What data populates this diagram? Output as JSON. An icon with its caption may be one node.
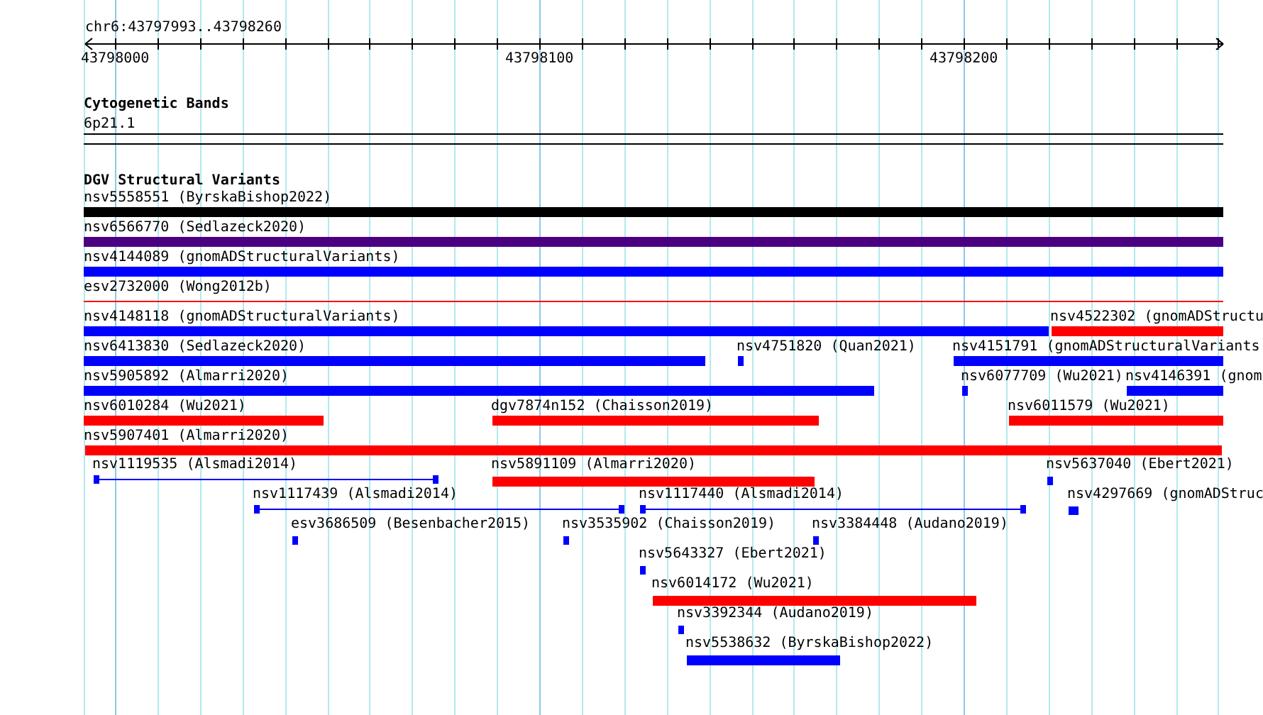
{
  "diagram": {
    "nodes": [
      {
        "text": [
          "6p21.1"
        ]
      },
      {
        "text": [
          "nsv5558551 (ByrskaBishop2022)"
        ]
      },
      {
        "text": [
          "nsv6566770 (Sedlazeck2020)"
        ]
      },
      {
        "text": [
          "nsv4144089 (gnomADStructuralVariants)"
        ]
      },
      {
        "text": [
          "esv2732000 (Wong2012b)"
        ]
      },
      {
        "text": [
          "nsv4148118 (gnomADStructuralVariants)"
        ]
      },
      {
        "text": [
          "nsv4522302 (gnomADStructu"
        ]
      },
      {
        "text": [
          "nsv6413830 (Sedlazeck2020)"
        ]
      },
      {
        "text": [
          "nsv4751820 (Quan2021)"
        ]
      },
      {
        "text": [
          "nsv4151791 (gnomADStructuralVariants"
        ]
      },
      {
        "text": [
          "nsv5905892 (Almarri2020)"
        ]
      },
      {
        "text": [
          "nsv6077709 (Wu2021)"
        ]
      },
      {
        "text": [
          "nsv4146391 (gnom"
        ]
      },
      {
        "text": [
          "nsv6010284 (Wu2021)"
        ]
      },
      {
        "text": [
          "dgv7874n152 (Chaisson2019)"
        ]
      },
      {
        "text": [
          "nsv6011579 (Wu2021)"
        ]
      },
      {
        "text": [
          "nsv5907401 (Almarri2020)"
        ]
      },
      {
        "text": [
          "nsv1119535 (Alsmadi2014)"
        ]
      },
      {
        "text": [
          "nsv5891109 (Almarri2020)"
        ]
      },
      {
        "text": [
          "nsv5637040 (Ebert2021)"
        ]
      },
      {
        "text": [
          "nsv1117439 (Alsmadi2014)"
        ]
      },
      {
        "text": [
          "nsv1117440 (Alsmadi2014)"
        ]
      },
      {
        "text": [
          "nsv4297669 (gnomADStruc"
        ]
      },
      {
        "text": [
          "esv3686509 (Besenbacher2015)"
        ]
      },
      {
        "text": [
          "nsv3535902 (Chaisson2019)"
        ]
      },
      {
        "text": [
          "nsv3384448 (Audano2019)"
        ]
      },
      {
        "text": [
          "nsv5643327 (Ebert2021)"
        ]
      },
      {
        "text": [
          "nsv6014172 (Wu2021)"
        ]
      },
      {
        "text": [
          "nsv3392344 (Audano2019)"
        ]
      },
      {
        "text": [
          "nsv5538632 (ByrskaBishop2022)"
        ]
      }
    ],
    "labels": [
      "chr6:43797993..43798260",
      "43798000",
      "43798100",
      "43798200",
      "Cytogenetic Bands",
      "DGV Structural Variants"
    ]
  }
}
